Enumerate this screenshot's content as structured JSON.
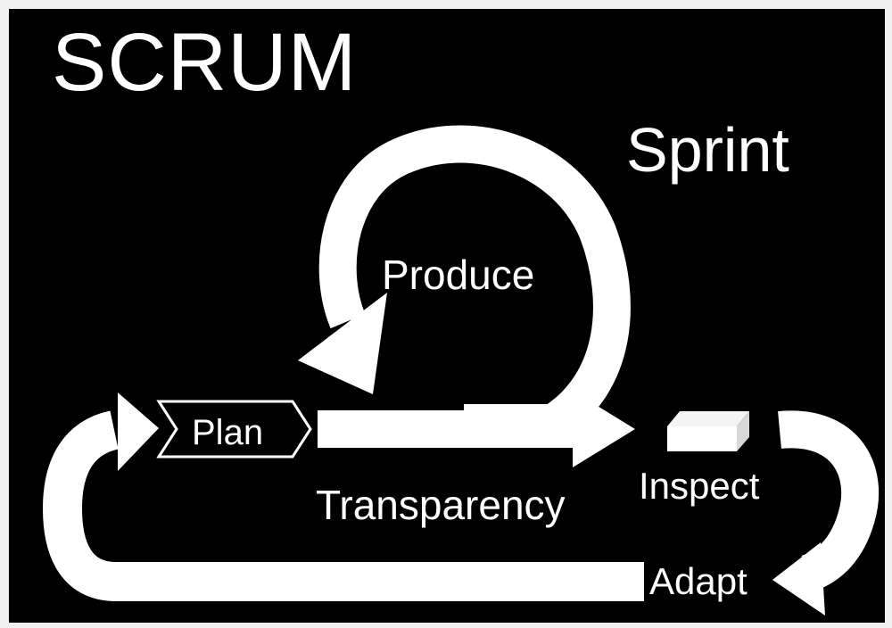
{
  "diagram": {
    "title": "SCRUM",
    "sprint_label": "Sprint",
    "steps": {
      "produce": "Produce",
      "plan": "Plan",
      "transparency": "Transparency",
      "inspect": "Inspect",
      "adapt": "Adapt"
    }
  },
  "colors": {
    "background": "#000000",
    "foreground": "#ffffff",
    "page_border": "#f0f0f0",
    "box_side": "#d8d8d8",
    "box_top": "#f4f4f4"
  }
}
